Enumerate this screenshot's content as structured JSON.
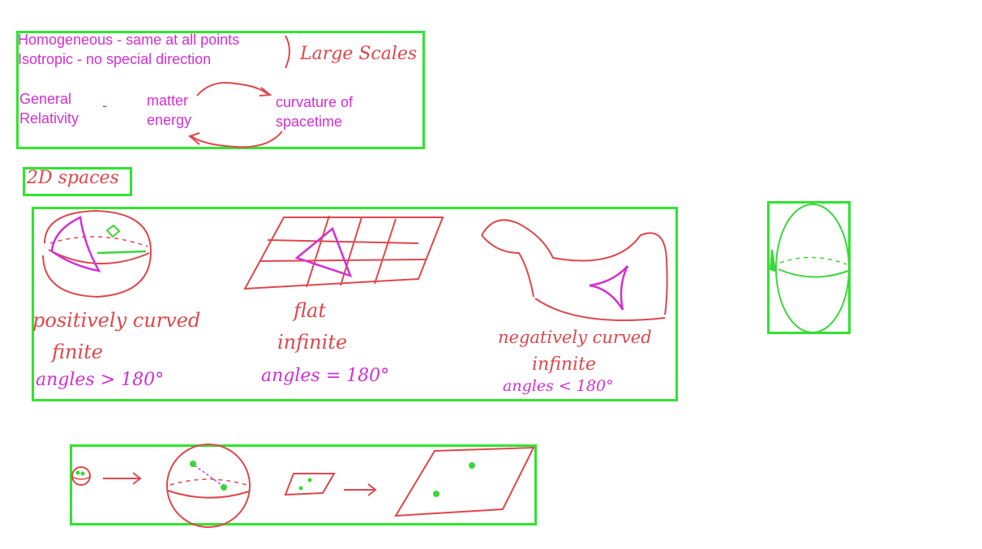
{
  "colors": {
    "box": "#2ee52e",
    "red_ink": "#e0464b",
    "magenta_ink": "#d42ed4",
    "green_ink": "#3ad63a"
  },
  "header": {
    "homogeneous": "Homogeneous - same at all points",
    "isotropic": "Isotropic - no special direction",
    "large_scales": "Large Scales",
    "gr_line1": "General",
    "gr_line2": "Relativity",
    "dash": "-",
    "matter_line1": "matter",
    "matter_line2": "energy",
    "curvature_line1": "curvature of",
    "curvature_line2": "spacetime"
  },
  "section_title": "2D spaces",
  "spaces": [
    {
      "name": "positively curved",
      "extent": "finite",
      "angles": "angles > 180°"
    },
    {
      "name": "flat",
      "extent": "infinite",
      "angles": "angles = 180°"
    },
    {
      "name": "negatively curved",
      "extent": "infinite",
      "angles": "angles < 180°"
    }
  ],
  "icons": {
    "sphere": "sphere-icon",
    "plane": "flat-grid-icon",
    "saddle": "saddle-icon",
    "ellipsoid": "ellipsoid-icon",
    "arrow": "arrow-right-icon"
  }
}
